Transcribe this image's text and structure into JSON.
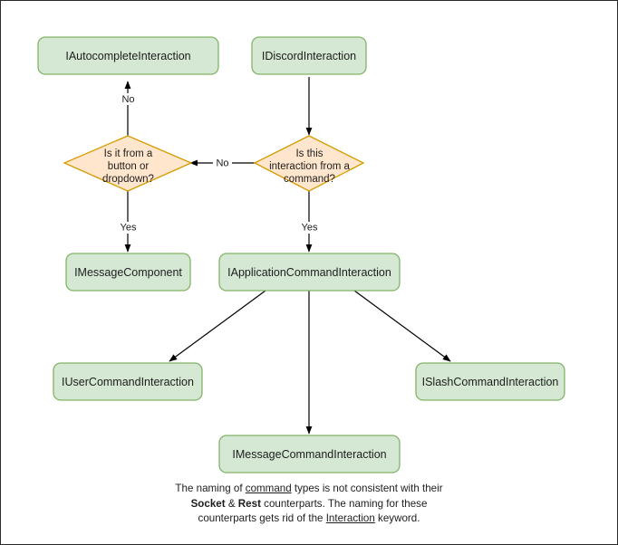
{
  "diagram": {
    "type": "flowchart",
    "colors": {
      "box_fill": "#d5e8d4",
      "box_stroke": "#82b366",
      "diamond_fill": "#ffe6cc",
      "diamond_stroke": "#d79b00",
      "edge": "#000000",
      "text": "#1d1d1d",
      "page_border": "#2b2b2b",
      "background": "#ffffff"
    },
    "nodes": {
      "autocomplete": {
        "label": "IAutocompleteInteraction",
        "shape": "rounded-rect"
      },
      "discord": {
        "label": "IDiscordInteraction",
        "shape": "rounded-rect"
      },
      "decision_button": {
        "shape": "diamond",
        "label": "Is it from a button or dropdown?",
        "lines": [
          "Is it from a",
          "button or",
          "dropdown?"
        ]
      },
      "decision_command": {
        "shape": "diamond",
        "label": "Is this interaction from a command?",
        "lines": [
          "Is this",
          "interaction from a",
          "command?"
        ]
      },
      "message_component": {
        "label": "IMessageComponent",
        "shape": "rounded-rect"
      },
      "app_command": {
        "label": "IApplicationCommandInteraction",
        "shape": "rounded-rect"
      },
      "user_command": {
        "label": "IUserCommandInteraction",
        "shape": "rounded-rect"
      },
      "slash_command": {
        "label": "ISlashCommandInteraction",
        "shape": "rounded-rect"
      },
      "message_command": {
        "label": "IMessageCommandInteraction",
        "shape": "rounded-rect"
      }
    },
    "edges": [
      {
        "from": "decision_button",
        "to": "autocomplete",
        "label": "No"
      },
      {
        "from": "discord",
        "to": "decision_command",
        "label": ""
      },
      {
        "from": "decision_command",
        "to": "decision_button",
        "label": "No"
      },
      {
        "from": "decision_button",
        "to": "message_component",
        "label": "Yes"
      },
      {
        "from": "decision_command",
        "to": "app_command",
        "label": "Yes"
      },
      {
        "from": "app_command",
        "to": "user_command",
        "label": ""
      },
      {
        "from": "app_command",
        "to": "message_command",
        "label": ""
      },
      {
        "from": "app_command",
        "to": "slash_command",
        "label": ""
      }
    ]
  },
  "caption": {
    "line1_a": "The naming of ",
    "line1_underline": "command",
    "line1_b": " types is not consistent with their",
    "line2_bold1": "Socket",
    "line2_amp": " & ",
    "line2_bold2": "Rest",
    "line2_tail": " counterparts. The naming for these",
    "line3_a": "counterparts gets rid of the ",
    "line3_underline": "Interaction",
    "line3_b": " keyword."
  }
}
